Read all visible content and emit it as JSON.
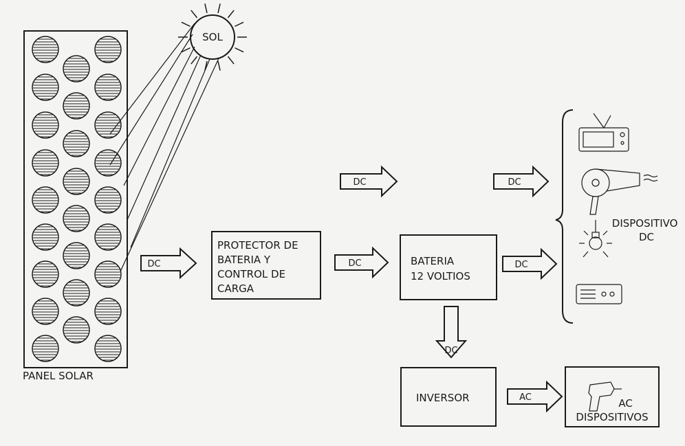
{
  "sun": {
    "label": "SOL"
  },
  "panel": {
    "label": "PANEL SOLAR"
  },
  "protector": {
    "lines": [
      "PROTECTOR DE",
      "BATERIA Y",
      "CONTROL DE",
      "CARGA"
    ]
  },
  "battery": {
    "lines": [
      "BATERIA",
      "12 VOLTIOS"
    ]
  },
  "inverter": {
    "label": "INVERSOR"
  },
  "dc_devices": {
    "lines": [
      "DISPOSITIVO",
      "DC"
    ]
  },
  "ac_devices": {
    "lines": [
      "AC",
      "DISPOSITIVOS"
    ]
  },
  "arrows": {
    "panel_to_protector": "DC",
    "protector_to_battery": "DC",
    "top_dc_left": "DC",
    "top_dc_right": "DC",
    "battery_to_devices": "DC",
    "battery_to_inverter": "DC",
    "inverter_to_ac": "AC"
  },
  "icons": {
    "devices": [
      "tv-icon",
      "hair-dryer-icon",
      "light-bulb-icon",
      "radio-icon",
      "drill-icon"
    ]
  }
}
